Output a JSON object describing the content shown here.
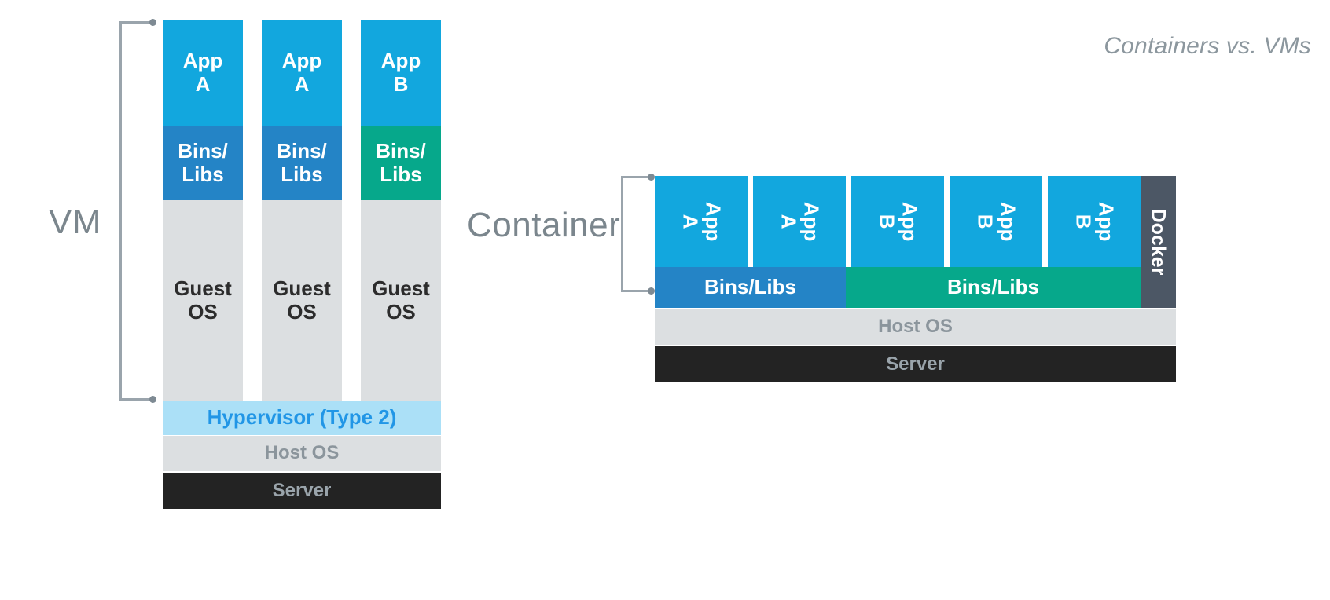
{
  "title": "Containers vs. VMs",
  "palette": {
    "app_blue": "#12A7DE",
    "bins_blue": "#2484C6",
    "bins_green": "#06A88B",
    "guest_os_gray": "#DCDFE1",
    "hypervisor_blue": "#ABE0F7",
    "hypervisor_text": "#2196E6",
    "host_os_gray": "#DCDFE1",
    "server_black": "#232323",
    "docker_slate": "#4C5765",
    "label_gray": "#7B868D",
    "bracket_gray": "#9AA4AC"
  },
  "vm_side": {
    "group_label": "VM",
    "columns": [
      {
        "app": "App",
        "app_variant": "A",
        "bins": "Bins/\nLibs",
        "bins_color": "blue",
        "guest": "Guest",
        "guest2": "OS"
      },
      {
        "app": "App",
        "app_variant": "A",
        "bins": "Bins/\nLibs",
        "bins_color": "blue",
        "guest": "Guest",
        "guest2": "OS"
      },
      {
        "app": "App",
        "app_variant": "B",
        "bins": "Bins/\nLibs",
        "bins_color": "green",
        "guest": "Guest",
        "guest2": "OS"
      }
    ],
    "app_line1": "App",
    "bins_line1": "Bins/",
    "bins_line2": "Libs",
    "guest_line1": "Guest",
    "guest_line2": "OS",
    "hypervisor": "Hypervisor (Type 2)",
    "host_os": "Host OS",
    "server": "Server"
  },
  "container_side": {
    "group_label": "Container",
    "apps": [
      {
        "line1": "App",
        "line2": "A"
      },
      {
        "line1": "App",
        "line2": "A"
      },
      {
        "line1": "App",
        "line2": "B"
      },
      {
        "line1": "App",
        "line2": "B"
      },
      {
        "line1": "App",
        "line2": "B"
      }
    ],
    "bins_blue": "Bins/Libs",
    "bins_green": "Bins/Libs",
    "docker": "Docker",
    "host_os": "Host OS",
    "server": "Server"
  }
}
